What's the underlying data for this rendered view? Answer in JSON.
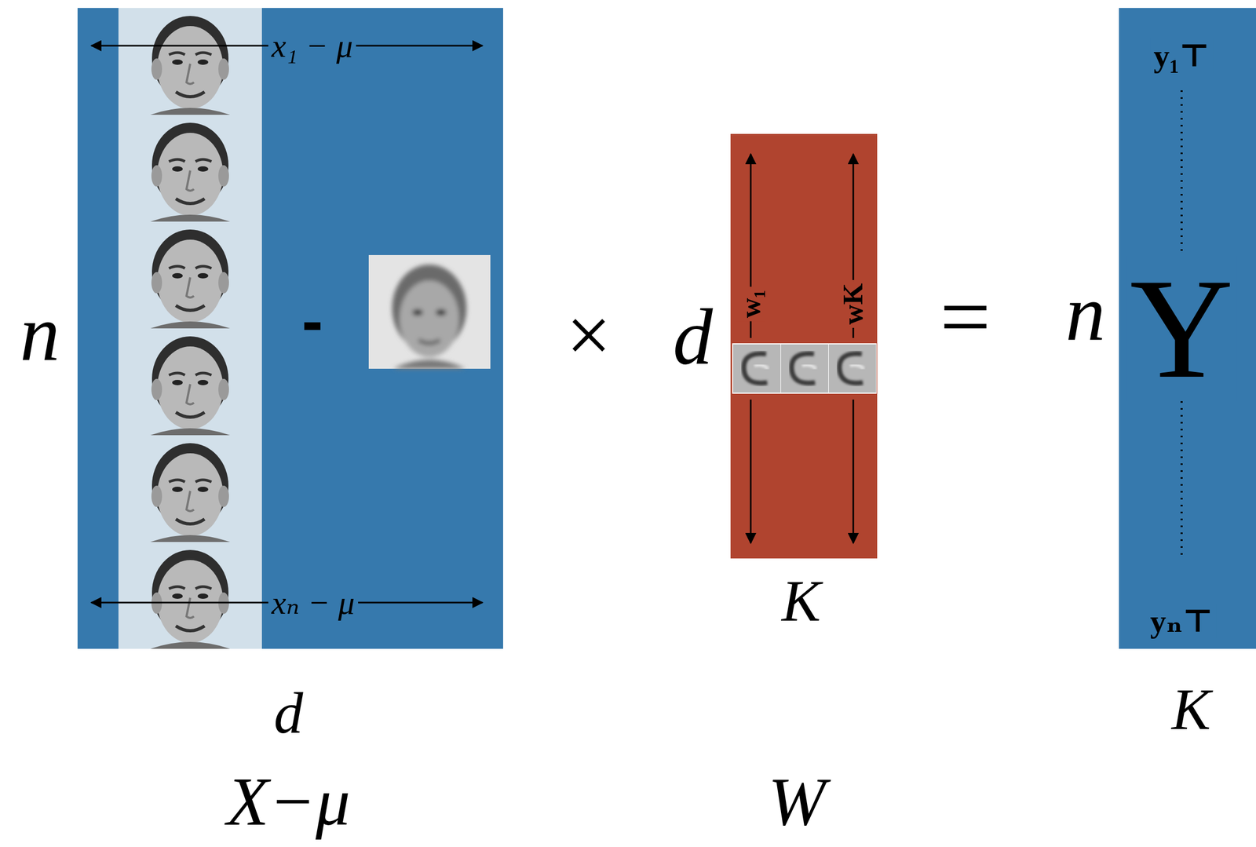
{
  "diagram": {
    "nodes": [
      {
        "text": [
          "x₁ − μ",
          "xₙ − μ"
        ]
      },
      {
        "text": [
          "w₁",
          "wK"
        ]
      },
      {
        "text": [
          "y₁⊤",
          "Y",
          "yₙ⊤"
        ]
      }
    ],
    "labels": [
      "n",
      "-",
      "×",
      "d",
      "K",
      "=",
      "n",
      "K",
      "d",
      "X−μ",
      "W"
    ]
  }
}
